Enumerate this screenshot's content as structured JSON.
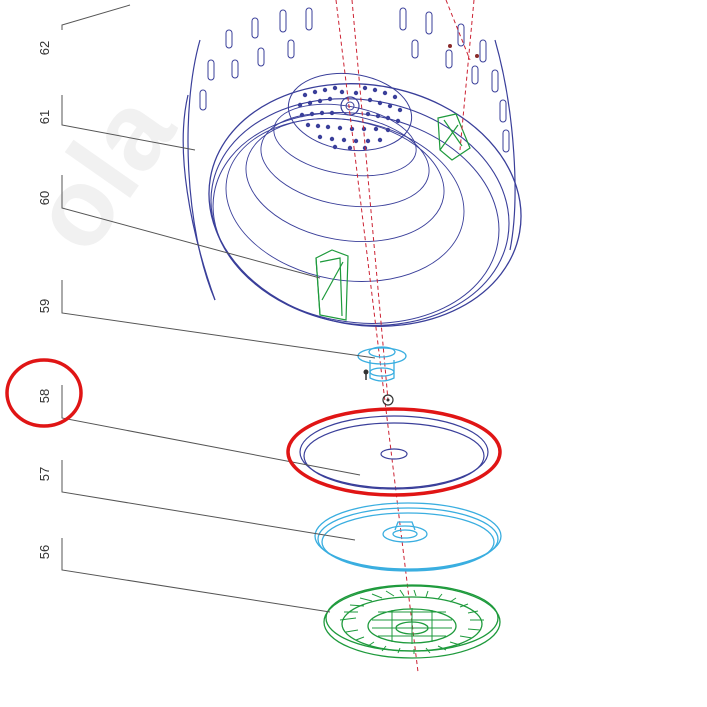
{
  "diagram": {
    "part_numbers": [
      "62",
      "61",
      "60",
      "59",
      "58",
      "57",
      "56"
    ],
    "highlighted_part": "58",
    "colors": {
      "drum_outline": "#3a3f9a",
      "part_59_57": "#3aaee0",
      "part_60_56": "#1e9a3c",
      "axis_line": "#cc2233",
      "highlight": "#e01515"
    }
  }
}
